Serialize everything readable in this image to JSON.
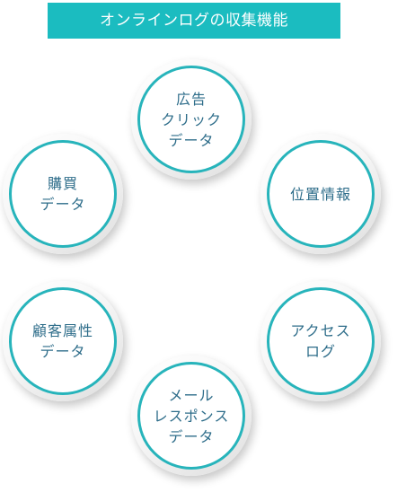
{
  "title": "オンラインログの収集機能",
  "circles": {
    "ad": "広告\nクリック\nデータ",
    "location": "位置情報",
    "access": "アクセス\nログ",
    "mail": "メール\nレスポンス\nデータ",
    "attributes": "顧客属性\nデータ",
    "purchase": "購買\nデータ"
  },
  "colors": {
    "accent": "#1bbcc0",
    "ring": "#27b4bb",
    "text": "#2e6d8a"
  }
}
